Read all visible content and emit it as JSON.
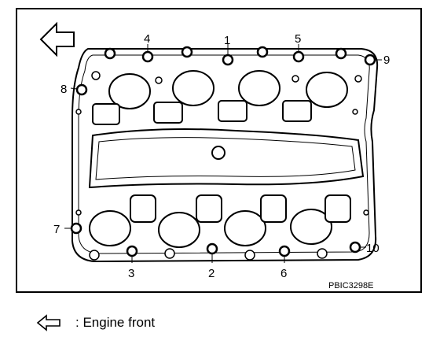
{
  "figure": {
    "code": "PBIC3298E",
    "bolt_labels": [
      "1",
      "2",
      "3",
      "4",
      "5",
      "6",
      "7",
      "8",
      "9",
      "10"
    ]
  },
  "legend": {
    "icon": "left-arrow-outline-icon",
    "text": ": Engine front"
  }
}
